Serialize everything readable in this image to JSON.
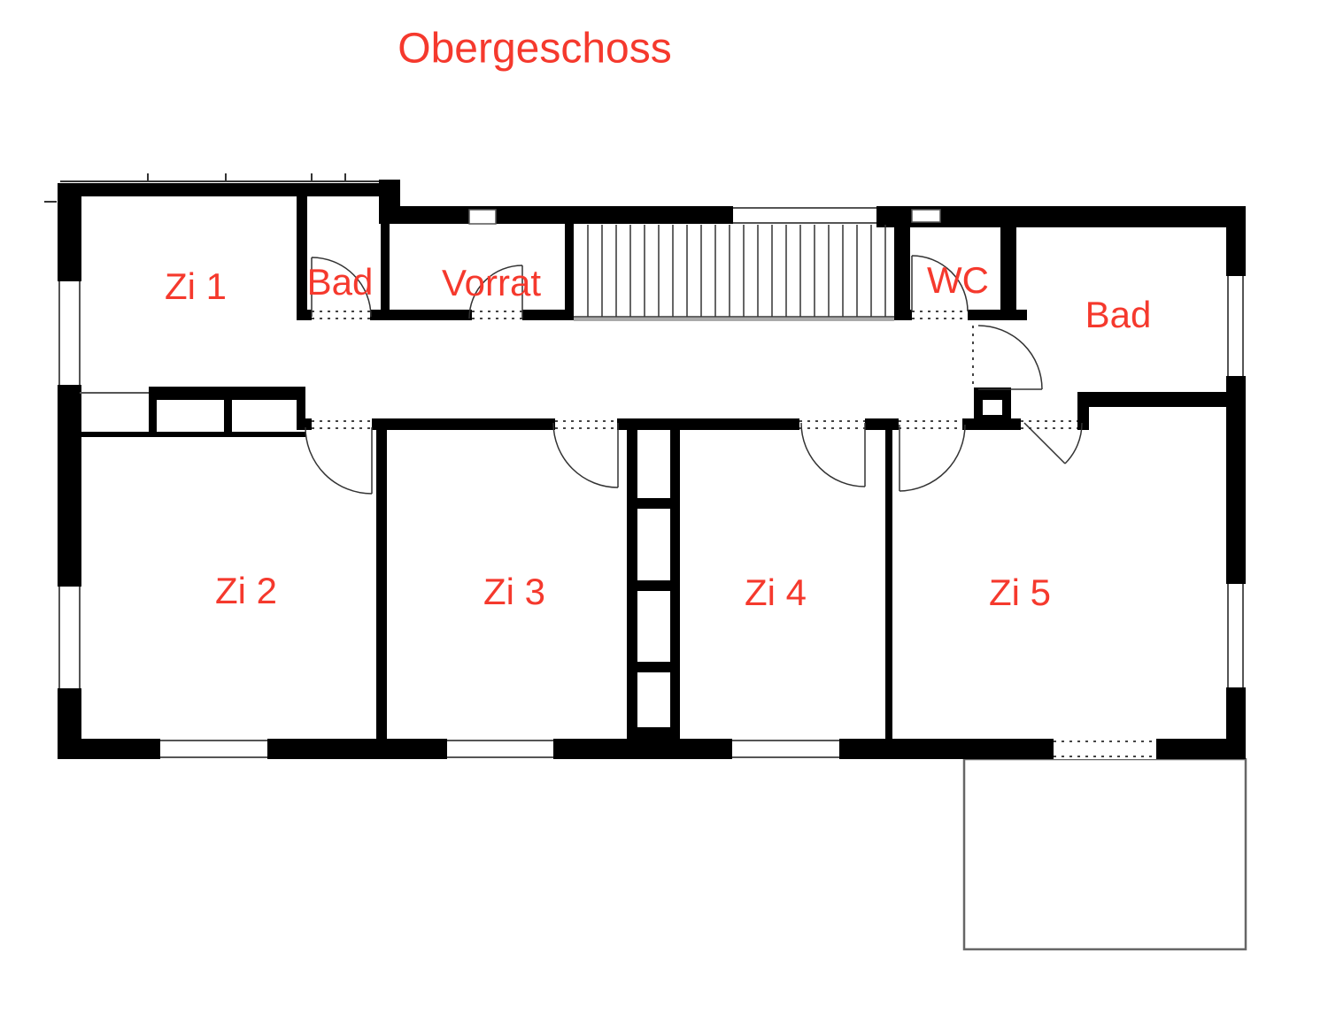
{
  "title": "Obergeschoss",
  "colors": {
    "label": "#f5392d",
    "wall": "#000000",
    "thin_line": "#444444",
    "stair_line": "#333333"
  },
  "rooms": [
    {
      "id": "zi1",
      "label": "Zi 1"
    },
    {
      "id": "bad1",
      "label": "Bad"
    },
    {
      "id": "vorrat",
      "label": "Vorrat"
    },
    {
      "id": "wc",
      "label": "WC"
    },
    {
      "id": "bad2",
      "label": "Bad"
    },
    {
      "id": "zi2",
      "label": "Zi 2"
    },
    {
      "id": "zi3",
      "label": "Zi 3"
    },
    {
      "id": "zi4",
      "label": "Zi 4"
    },
    {
      "id": "zi5",
      "label": "Zi 5"
    }
  ]
}
